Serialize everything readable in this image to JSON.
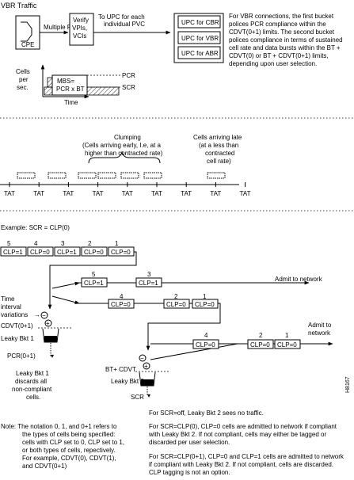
{
  "vbr": {
    "title": "VBR Traffic",
    "cpe": "CPE",
    "pvcs": "Multiple PVCs",
    "verify": [
      "Verify",
      "VPIs,",
      "VCIs"
    ],
    "to_upc": [
      "To UPC for each",
      "individual PVC"
    ],
    "upc": [
      "UPC for CBR",
      "UPC for VBR",
      "UPC for ABR"
    ],
    "description": [
      "For VBR connections, the first bucket",
      "polices PCR compliance within the",
      "CDVT(0+1) limits. The second bucket",
      "polices compliance in terms of sustained",
      "cell rate and data bursts within the BT +",
      "CDVT(0) or BT + CDVT(0+1) limits,",
      "depending upon user selection."
    ],
    "ylabel": [
      "Cells",
      "per",
      "sec."
    ],
    "mbs": [
      "MBS=",
      "PCR x BT"
    ],
    "pcr": "PCR",
    "scr": "SCR",
    "xlabel": "Time"
  },
  "clumping": {
    "title": [
      "Clumping",
      "(Cells arriving early, I.e, at a",
      "higher than contracted rate)"
    ],
    "late": [
      "Cells arriving late",
      "(at a less than",
      "contracted",
      "cell rate)"
    ],
    "tat": [
      "TAT",
      "TAT",
      "TAT",
      "TAT",
      "TAT",
      "TAT",
      "TAT",
      "TAT",
      "TAT"
    ]
  },
  "example": {
    "title": "Example: SCR = CLP(0)",
    "row1_nums": [
      "5",
      "4",
      "3",
      "2",
      "1"
    ],
    "row1_cells": [
      "CLP=1",
      "CLP=0",
      "CLP=1",
      "CLP=0",
      "CLP=0"
    ],
    "row2_nums": [
      "5",
      "3"
    ],
    "row2_cells": [
      "CLP=1",
      "CLP=1"
    ],
    "row3_nums": [
      "4",
      "2",
      "1"
    ],
    "row3_cells": [
      "CLP=0",
      "CLP=0",
      "CLP=0"
    ],
    "row4_nums": [
      "4",
      "2",
      "1"
    ],
    "row4_cells": [
      "CLP=0",
      "CLP=0",
      "CLP=0"
    ],
    "admit": "Admit to network",
    "admit2": [
      "Admit to",
      "network"
    ],
    "time_var": [
      "Time",
      "interval",
      "variations"
    ],
    "cdvt": "CDVT(0+1)",
    "bkt1": "Leaky Bkt 1",
    "pcr01": "PCR(0+1)",
    "discard": [
      "Leaky Bkt 1",
      "discards all",
      "non-compliant",
      "cells."
    ],
    "bt_cdvt": "BT+ CDVT",
    "bkt2": "Leaky Bkt 2",
    "scr": "SCR",
    "note": [
      "Note:  The notation 0, 1, and 0+1 refers to",
      "the types of cells being specified:",
      "cells with CLP set to 0, CLP set to 1,",
      "or both types of cells, repectively.",
      "For example, CDVT(0), CDVT(1),",
      "and CDVT(0+1)"
    ],
    "para1": "For SCR=off, Leaky Bkt 2 sees no traffic.",
    "para2": [
      "For SCR=CLP(0), CLP=0 cells are admitted to network if compliant",
      "with Leaky Bkt 2.  If not compliant, cells may either be tagged or",
      "discarded per user selection."
    ],
    "para3": [
      "For SCR=CLP(0+1), CLP=0 and CLP=1 cells  are admitted to network",
      "if compliant with Leaky Bkt 2. If not compliant, cells are discarded.",
      "CLP tagging is not an option."
    ],
    "figid": "H8167"
  }
}
